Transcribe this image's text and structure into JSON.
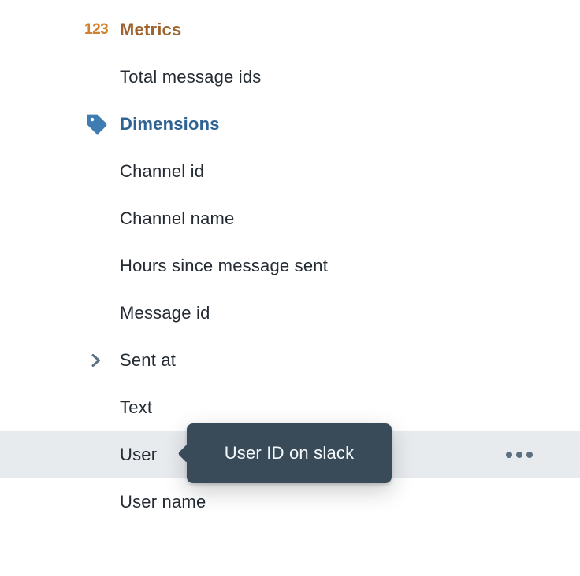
{
  "tree": {
    "metrics_header": {
      "label": "Metrics",
      "icon_text": "123"
    },
    "metrics_items": [
      {
        "label": "Total message ids"
      }
    ],
    "dimensions_header": {
      "label": "Dimensions"
    },
    "dimensions_items": [
      {
        "label": "Channel id"
      },
      {
        "label": "Channel name"
      },
      {
        "label": "Hours since message sent"
      },
      {
        "label": "Message id"
      },
      {
        "label": "Sent at",
        "has_children": true
      },
      {
        "label": "Text"
      },
      {
        "label": "User",
        "state": "hovered",
        "tooltip": "User ID on slack"
      },
      {
        "label": "User name"
      }
    ]
  },
  "colors": {
    "metrics_text": "#9e6430",
    "metrics_icon": "#d0802f",
    "dimensions_text": "#2f6394",
    "dimensions_icon": "#3f7cb2",
    "item_text": "#242b33",
    "slate_icon": "#5c7080",
    "row_hover_bg": "#e8ebee",
    "tooltip_bg": "#394b59",
    "tooltip_text": "#f5f8fa"
  }
}
